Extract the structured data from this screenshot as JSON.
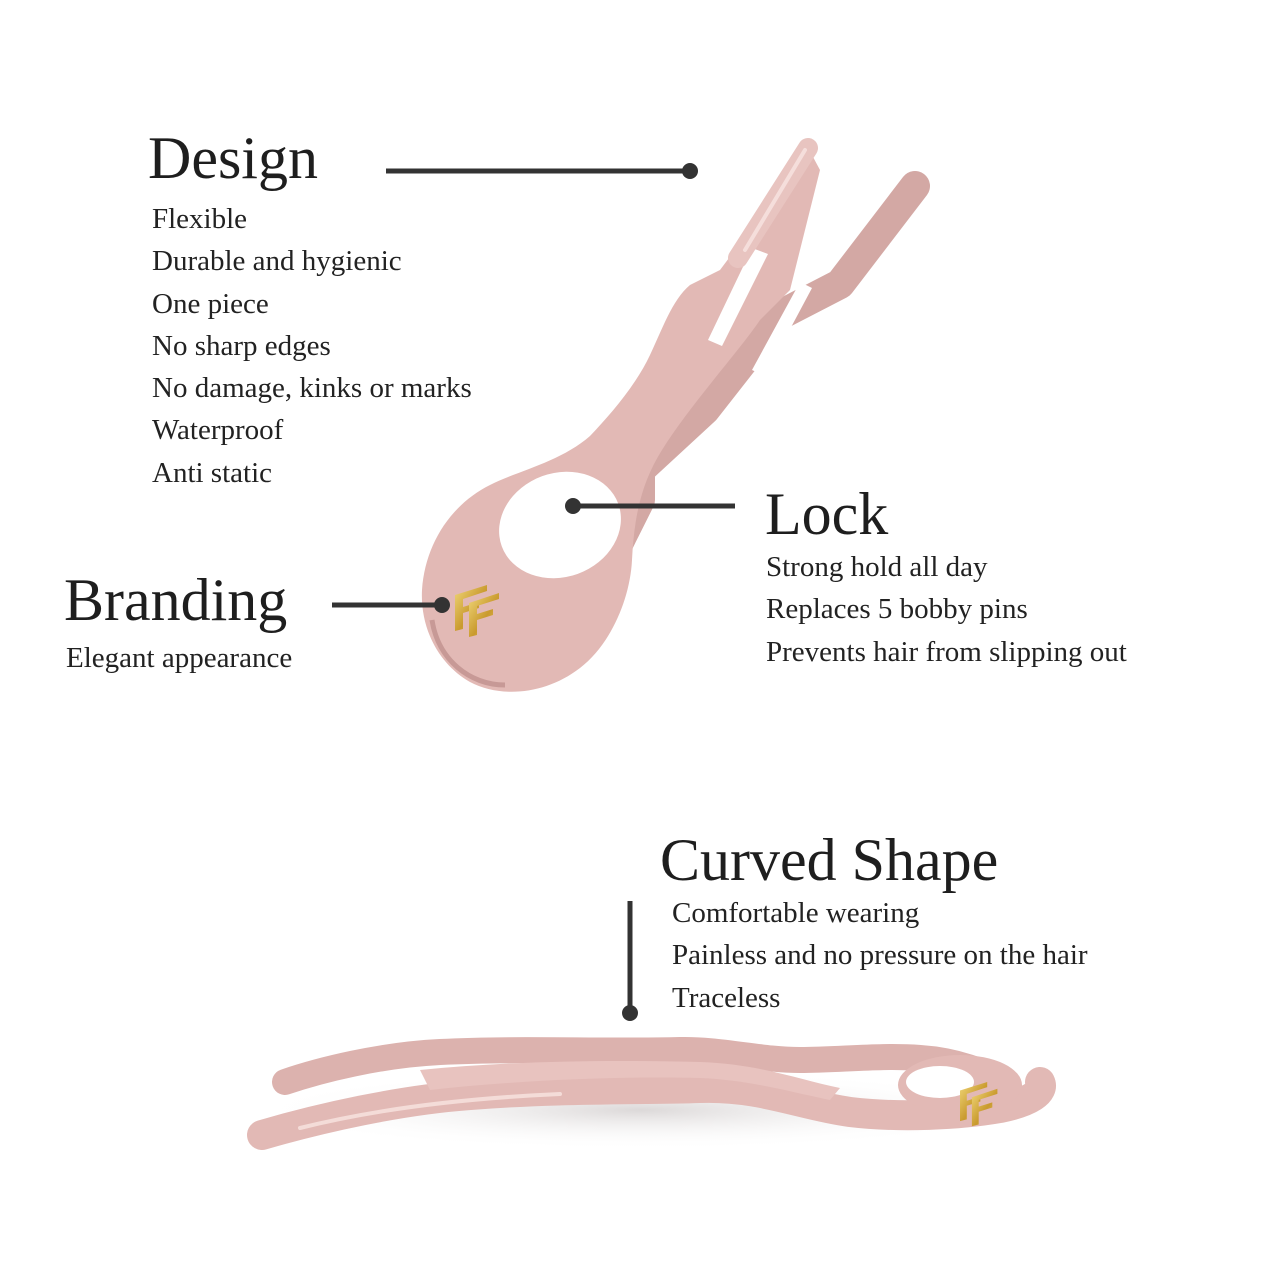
{
  "colors": {
    "pin": "#e2b9b5",
    "pin_shadow": "#c99a97",
    "pin_highlight": "#f4dcd8",
    "logo": "#d4ad47",
    "line": "#333333",
    "text": "#1e1e1e"
  },
  "design": {
    "title": "Design",
    "items": [
      "Flexible",
      "Durable and hygienic",
      "One piece",
      "No sharp edges",
      "No damage, kinks or marks",
      "Waterproof",
      "Anti static"
    ]
  },
  "lock": {
    "title": "Lock",
    "items": [
      "Strong hold all day",
      "Replaces 5 bobby pins",
      "Prevents hair from slipping out"
    ]
  },
  "branding": {
    "title": "Branding",
    "items": [
      "Elegant appearance"
    ]
  },
  "curved": {
    "title": "Curved Shape",
    "items": [
      "Comfortable wearing",
      "Painless and no pressure on the hair",
      "Traceless"
    ]
  },
  "logo_text": "FF"
}
